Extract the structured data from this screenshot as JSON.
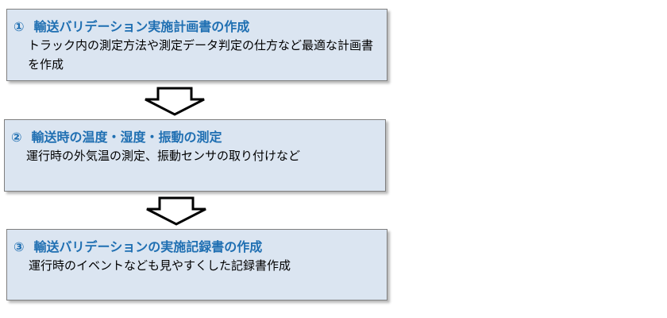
{
  "steps": [
    {
      "number": "①",
      "title": "輸送バリデーション実施計画書の作成",
      "description": "トラック内の測定方法や測定データ判定の仕方など最適な計画書を作成"
    },
    {
      "number": "②",
      "title": "輸送時の温度・湿度・振動の測定",
      "description": "運行時の外気温の測定、振動センサの取り付けなど"
    },
    {
      "number": "③",
      "title": "輸送バリデーションの実施記録書の作成",
      "description": "運行時のイベントなども見やすくした記録書作成"
    }
  ],
  "colors": {
    "box_fill": "#dbe5f1",
    "box_border": "#7f7f7f",
    "title_text": "#1f6fb2",
    "arrow_outline": "#000000"
  },
  "icons": {
    "flow_arrow": "down-arrow-icon"
  }
}
